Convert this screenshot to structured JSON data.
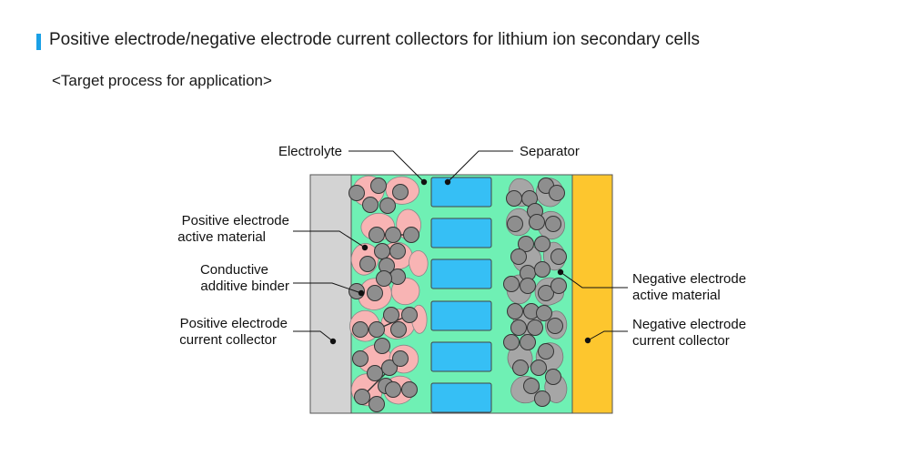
{
  "title": "Positive electrode/negative electrode current collectors for lithium ion secondary cells",
  "subtitle": "<Target process for application>",
  "labels": {
    "electrolyte": "Electrolyte",
    "separator": "Separator",
    "positive_active_line1": "Positive electrode",
    "positive_active_line2": "active material",
    "conductive_line1": "Conductive",
    "conductive_line2": "additive binder",
    "positive_collector_line1": "Positive electrode",
    "positive_collector_line2": "current collector",
    "negative_active_line1": "Negative electrode",
    "negative_active_line2": "active material",
    "negative_collector_line1": "Negative electrode",
    "negative_collector_line2": "current collector"
  },
  "colors": {
    "accent": "#1aa0e6",
    "positive_collector": "#d3d3d3",
    "electrolyte": "#6ff0b4",
    "positive_active": "#f8b4b4",
    "separator": "#36bff5",
    "negative_active": "#a6a6a6",
    "particle": "#8e8e8e",
    "negative_collector": "#fdc62e",
    "outline": "#555555"
  }
}
